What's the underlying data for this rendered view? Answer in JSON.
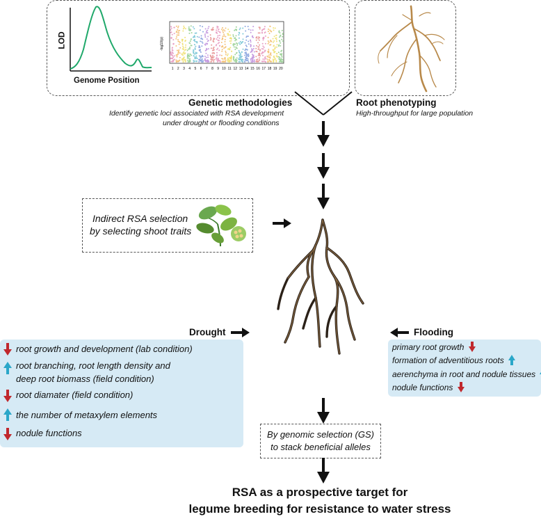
{
  "top": {
    "genetic": {
      "title": "Genetic methodologies",
      "desc_line1": "Identify genetic loci associated with RSA development",
      "desc_line2": "under drought or flooding conditions",
      "lod_ylabel": "LOD",
      "lod_xlabel": "Genome Position",
      "manhattan_ylabel": "-log10(p)",
      "manhattan_chromosomes": [
        "1",
        "2",
        "3",
        "4",
        "5",
        "6",
        "7",
        "8",
        "9",
        "10",
        "11",
        "12",
        "13",
        "14",
        "15",
        "16",
        "17",
        "18",
        "19",
        "20"
      ]
    },
    "phenotyping": {
      "title": "Root phenotyping",
      "desc": "High-throughput for large population"
    }
  },
  "indirect": {
    "line1": "Indirect RSA selection",
    "line2": "by selecting shoot traits"
  },
  "drought": {
    "label": "Drought",
    "items": [
      {
        "dir": "down",
        "line1": "root growth and development (lab condition)",
        "line2": ""
      },
      {
        "dir": "up",
        "line1": "root branching, root length density and",
        "line2": "deep root biomass (field condition)"
      },
      {
        "dir": "down",
        "line1": "root diamater (field condition)",
        "line2": ""
      },
      {
        "dir": "up",
        "line1": "the number of metaxylem elements",
        "line2": ""
      },
      {
        "dir": "down",
        "line1": "nodule functions",
        "line2": ""
      }
    ]
  },
  "flooding": {
    "label": "Flooding",
    "items": [
      {
        "dir": "down",
        "text": "primary root growth"
      },
      {
        "dir": "up",
        "text": "formation of adventitious roots"
      },
      {
        "dir": "up",
        "text": "aerenchyma in root and nodule tissues"
      },
      {
        "dir": "down",
        "text": "nodule functions"
      }
    ]
  },
  "gs": {
    "line1": "By genomic selection (GS)",
    "line2": "to stack beneficial alleles"
  },
  "conclusion": {
    "line1": "RSA as a prospective target for",
    "line2": "legume breeding for resistance to water stress"
  },
  "colors": {
    "down_arrow": "#c0282d",
    "up_arrow": "#2aa7c9",
    "panel": "#d6eaf5",
    "root_brown": "#b8894a",
    "lod_green": "#1fa86a"
  }
}
